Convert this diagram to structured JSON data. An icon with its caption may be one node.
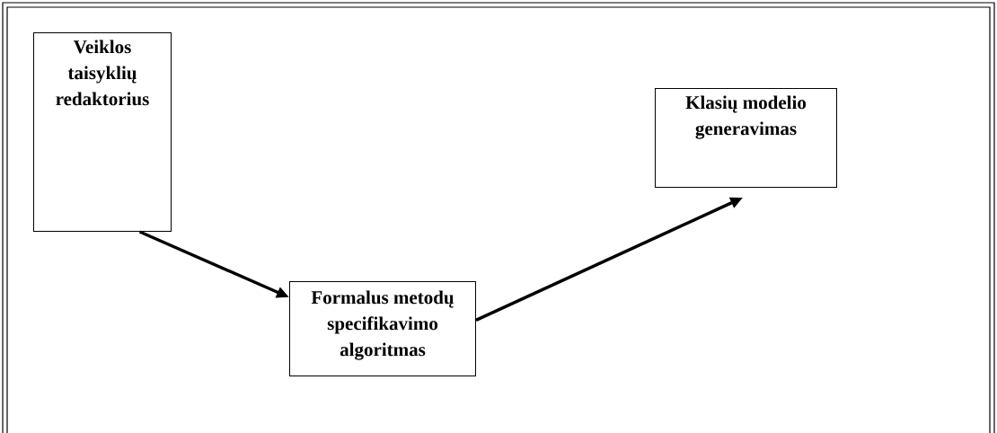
{
  "diagram": {
    "nodes": [
      {
        "text": [
          "Veiklos taisyklių redaktorius"
        ]
      },
      {
        "text": [
          "Formalus metodų specifikavimo algoritmas"
        ]
      },
      {
        "text": [
          "Klasių modelio generavimas"
        ]
      }
    ],
    "edges": [
      {
        "from": 0,
        "to": 1,
        "arrow": "to"
      },
      {
        "from": 1,
        "to": 2,
        "arrow": "to"
      }
    ]
  }
}
